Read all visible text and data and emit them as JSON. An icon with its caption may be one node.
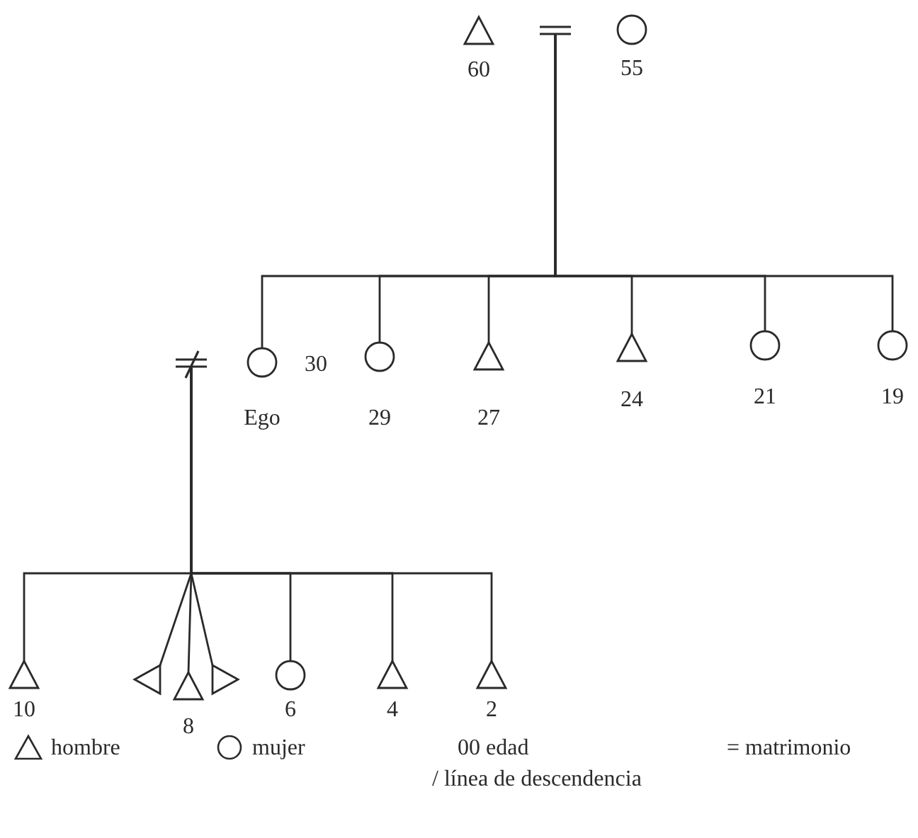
{
  "diagram": {
    "nodes": [
      {
        "text": [],
        "shape": "triangle",
        "beside": [
          "60"
        ]
      },
      {
        "text": [],
        "shape": "equals"
      },
      {
        "text": [],
        "shape": "circle",
        "beside": [
          "55"
        ]
      },
      {
        "text": [],
        "shape": "circle",
        "beside": [
          "30",
          "Ego"
        ]
      },
      {
        "text": [],
        "shape": "circle",
        "beside": [
          "29"
        ]
      },
      {
        "text": [],
        "shape": "triangle",
        "beside": [
          "27"
        ]
      },
      {
        "text": [],
        "shape": "triangle",
        "beside": [
          "24"
        ]
      },
      {
        "text": [],
        "shape": "circle",
        "beside": [
          "21"
        ]
      },
      {
        "text": [],
        "shape": "circle",
        "beside": [
          "19"
        ]
      },
      {
        "text": [],
        "shape": "notequal"
      },
      {
        "text": [],
        "shape": "triangle",
        "beside": [
          "10"
        ]
      },
      {
        "text": [],
        "shape": "triangle"
      },
      {
        "text": [],
        "shape": "triangle",
        "beside": [
          "8"
        ]
      },
      {
        "text": [],
        "shape": "triangle"
      },
      {
        "text": [],
        "shape": "circle",
        "beside": [
          "6"
        ]
      },
      {
        "text": [],
        "shape": "triangle",
        "beside": [
          "4"
        ]
      },
      {
        "text": [],
        "shape": "triangle",
        "beside": [
          "2"
        ]
      }
    ],
    "edges": [
      {
        "from": 1,
        "to": 3,
        "arrow": "none"
      },
      {
        "from": 1,
        "to": 4,
        "arrow": "none"
      },
      {
        "from": 1,
        "to": 5,
        "arrow": "none"
      },
      {
        "from": 1,
        "to": 6,
        "arrow": "none"
      },
      {
        "from": 1,
        "to": 7,
        "arrow": "none"
      },
      {
        "from": 1,
        "to": 8,
        "arrow": "none"
      },
      {
        "from": 9,
        "to": 10,
        "arrow": "none"
      },
      {
        "from": 9,
        "to": 11,
        "arrow": "none"
      },
      {
        "from": 9,
        "to": 12,
        "arrow": "none"
      },
      {
        "from": 9,
        "to": 13,
        "arrow": "none"
      },
      {
        "from": 9,
        "to": 14,
        "arrow": "none"
      },
      {
        "from": 9,
        "to": 15,
        "arrow": "none"
      },
      {
        "from": 9,
        "to": 16,
        "arrow": "none"
      }
    ],
    "legend": [
      {
        "text": "hombre"
      },
      {
        "text": "mujer"
      },
      {
        "text": "00 edad"
      },
      {
        "text": "= matrimonio"
      },
      {
        "text": "/ línea de descendencia"
      }
    ]
  }
}
